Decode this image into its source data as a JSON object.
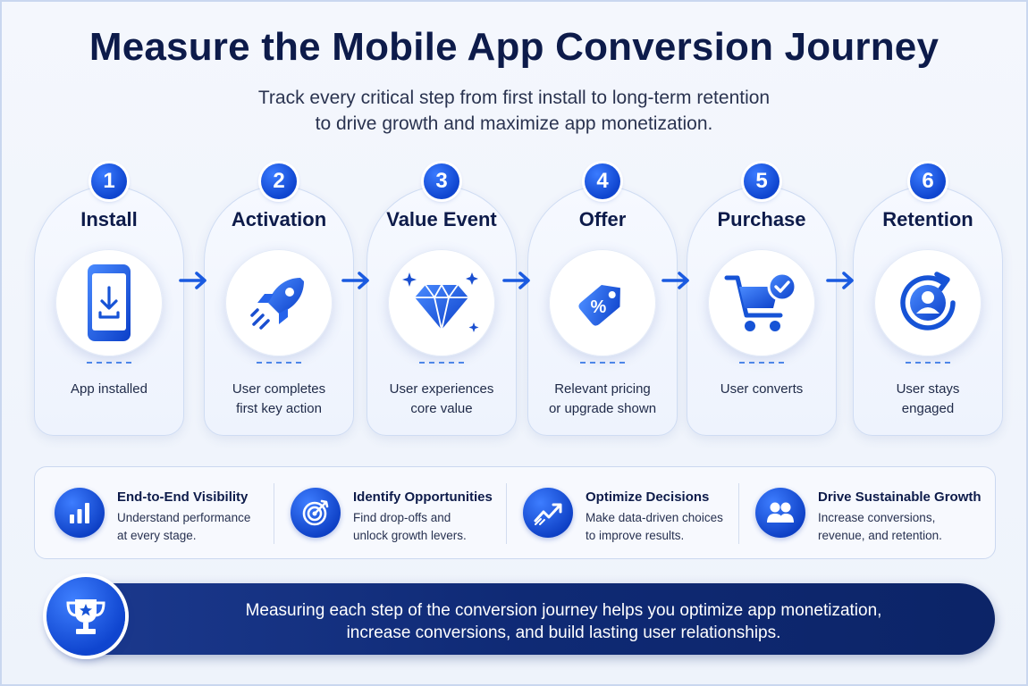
{
  "header": {
    "title": "Measure the Mobile App Conversion Journey",
    "subtitle_line1": "Track every critical step from first install to long-term retention",
    "subtitle_line2": "to drive growth and maximize app monetization."
  },
  "steps": [
    {
      "number": "1",
      "title": "Install",
      "desc_line1": "App installed",
      "desc_line2": "",
      "icon": "phone-download-icon"
    },
    {
      "number": "2",
      "title": "Activation",
      "desc_line1": "User completes",
      "desc_line2": "first key action",
      "icon": "rocket-icon"
    },
    {
      "number": "3",
      "title": "Value Event",
      "desc_line1": "User experiences",
      "desc_line2": "core value",
      "icon": "diamond-icon"
    },
    {
      "number": "4",
      "title": "Offer",
      "desc_line1": "Relevant pricing",
      "desc_line2": "or upgrade shown",
      "icon": "price-tag-icon"
    },
    {
      "number": "5",
      "title": "Purchase",
      "desc_line1": "User converts",
      "desc_line2": "",
      "icon": "cart-check-icon"
    },
    {
      "number": "6",
      "title": "Retention",
      "desc_line1": "User stays",
      "desc_line2": "engaged",
      "icon": "user-refresh-icon"
    }
  ],
  "benefits": [
    {
      "title": "End-to-End Visibility",
      "desc_line1": "Understand performance",
      "desc_line2": "at every stage.",
      "icon": "bar-chart-icon"
    },
    {
      "title": "Identify Opportunities",
      "desc_line1": "Find drop-offs and",
      "desc_line2": "unlock growth levers.",
      "icon": "target-icon"
    },
    {
      "title": "Optimize Decisions",
      "desc_line1": "Make data-driven choices",
      "desc_line2": "to improve results.",
      "icon": "trend-icon"
    },
    {
      "title": "Drive Sustainable Growth",
      "desc_line1": "Increase conversions,",
      "desc_line2": "revenue, and retention.",
      "icon": "users-icon"
    }
  ],
  "banner": {
    "line1": "Measuring each step of the conversion journey helps you optimize app monetization,",
    "line2": "increase conversions, and build lasting user relationships.",
    "icon": "trophy-icon"
  },
  "colors": {
    "primary": "#0f45cf",
    "accent": "#3a7bff",
    "navy": "#0d1b4a",
    "banner": "#0f2a75"
  }
}
